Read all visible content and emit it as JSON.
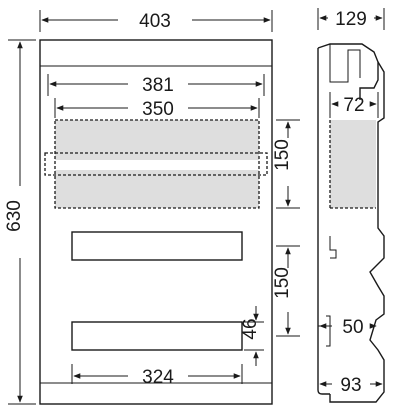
{
  "front": {
    "width": "403",
    "height": "630",
    "inner_width": "381",
    "rail_width": "350",
    "row_pitch_top": "150",
    "row_pitch_bottom": "150",
    "module_height": "46",
    "cutout_width": "324"
  },
  "side": {
    "depth": "129",
    "rail_depth": "72",
    "mount_depth": "50",
    "base_depth": "93"
  }
}
